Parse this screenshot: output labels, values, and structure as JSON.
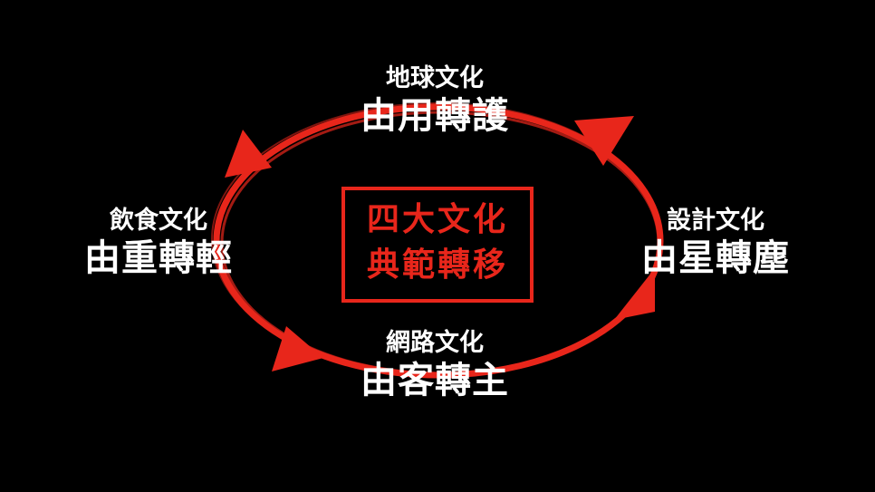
{
  "center": {
    "line1": "四大文化",
    "line2": "典範轉移"
  },
  "nodes": {
    "top": {
      "category": "地球文化",
      "shift": "由用轉護"
    },
    "left": {
      "category": "飲食文化",
      "shift": "由重轉輕"
    },
    "right": {
      "category": "設計文化",
      "shift": "由星轉塵"
    },
    "bottom": {
      "category": "網路文化",
      "shift": "由客轉主"
    }
  },
  "colors": {
    "background": "#000000",
    "text": "#ffffff",
    "accent": "#e8261b"
  },
  "icons": [
    "cycle-arrow-icon",
    "arrowhead-icon"
  ]
}
